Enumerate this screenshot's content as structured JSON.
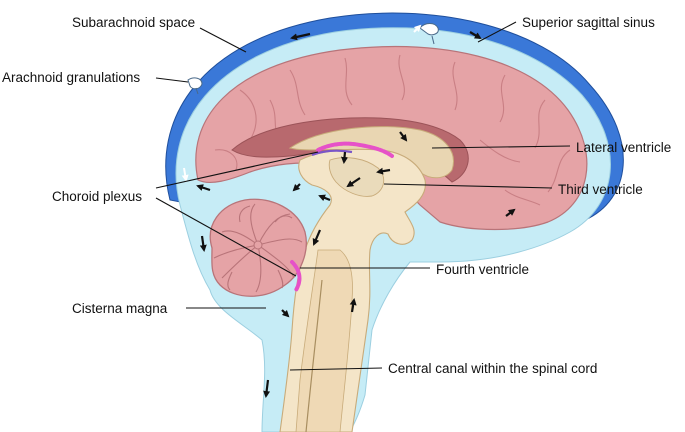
{
  "labels": {
    "subarachnoid_space": "Subarachnoid space",
    "superior_sagittal_sinus": "Superior sagittal sinus",
    "arachnoid_granulations": "Arachnoid granulations",
    "lateral_ventricle": "Lateral ventricle",
    "third_ventricle": "Third ventricle",
    "choroid_plexus": "Choroid plexus",
    "fourth_ventricle": "Fourth ventricle",
    "cisterna_magna": "Cisterna magna",
    "central_canal": "Central canal within the spinal cord"
  },
  "colors": {
    "sinus_blue": "#3a78d8",
    "csf_light_blue": "#c6ecf6",
    "brain_pink": "#e5a3a6",
    "sulcus_line": "#c97f84",
    "ventricle_tan": "#e9d6b2",
    "brainstem_tan": "#f4e5c8",
    "choroid_magenta": "#e651c8",
    "arrow_black": "#111111"
  }
}
